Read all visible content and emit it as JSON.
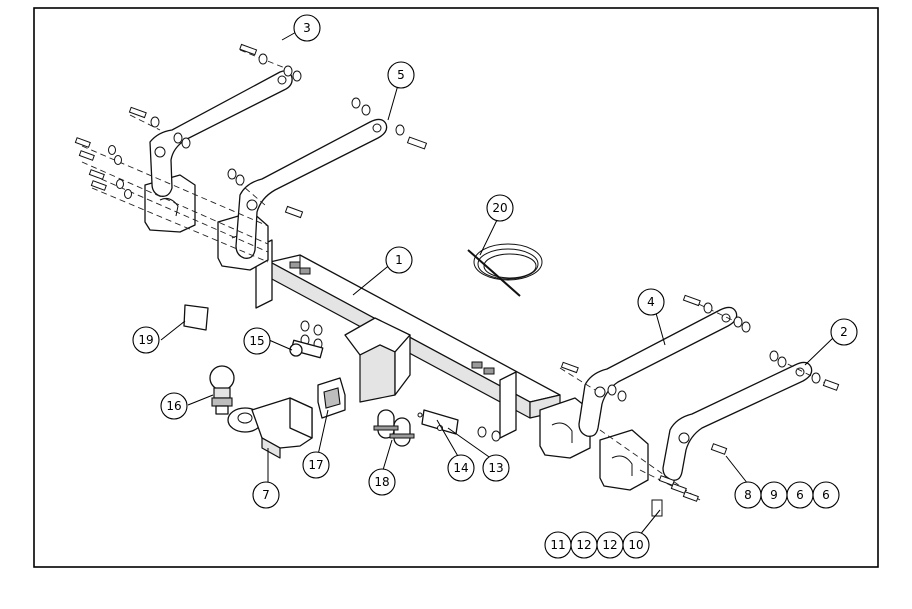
{
  "drawing": {
    "callouts": [
      {
        "id": "c1",
        "label": "1"
      },
      {
        "id": "c2",
        "label": "2"
      },
      {
        "id": "c3",
        "label": "3"
      },
      {
        "id": "c4",
        "label": "4"
      },
      {
        "id": "c5",
        "label": "5"
      },
      {
        "id": "c7",
        "label": "7"
      },
      {
        "id": "c13",
        "label": "13"
      },
      {
        "id": "c14",
        "label": "14"
      },
      {
        "id": "c15",
        "label": "15"
      },
      {
        "id": "c16",
        "label": "16"
      },
      {
        "id": "c17",
        "label": "17"
      },
      {
        "id": "c18",
        "label": "18"
      },
      {
        "id": "c19",
        "label": "19"
      },
      {
        "id": "c20",
        "label": "20"
      }
    ],
    "stack_right": [
      "8",
      "9",
      "6",
      "6"
    ],
    "stack_bottom": [
      "11",
      "12",
      "12",
      "10"
    ]
  }
}
